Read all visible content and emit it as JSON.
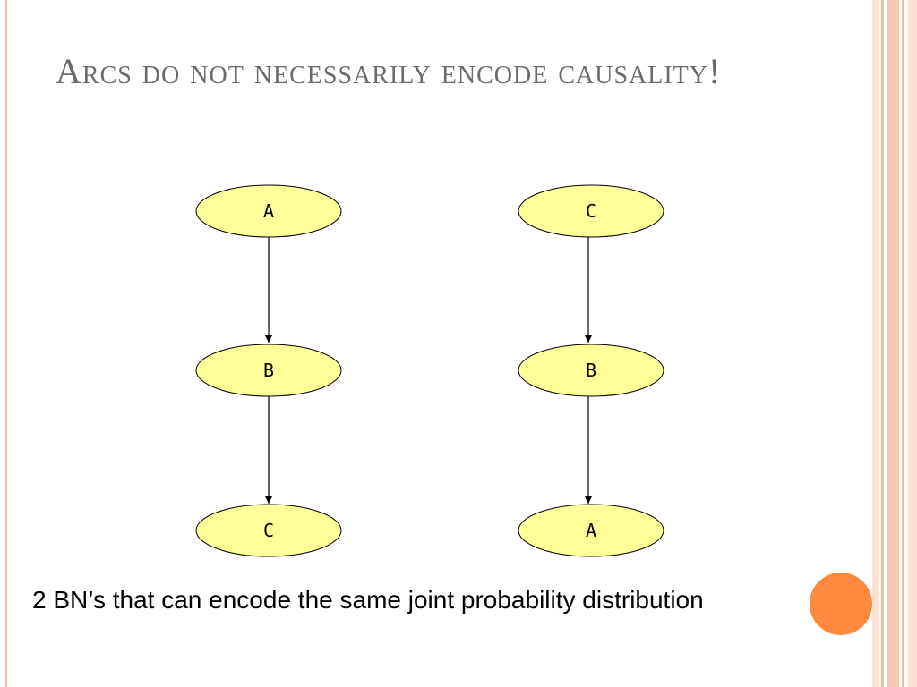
{
  "slide": {
    "title": "Arcs do not necessarily encode causality!",
    "caption": "2 BN’s that can encode the same joint probability distribution"
  },
  "diagram": {
    "left_network": {
      "nodes": [
        "A",
        "B",
        "C"
      ],
      "edges": [
        [
          "A",
          "B"
        ],
        [
          "B",
          "C"
        ]
      ]
    },
    "right_network": {
      "nodes": [
        "C",
        "B",
        "A"
      ],
      "edges": [
        [
          "C",
          "B"
        ],
        [
          "B",
          "A"
        ]
      ]
    }
  },
  "colors": {
    "node_fill": "#ffff99",
    "frame": "#f4b9a2",
    "accent_dot": "#ff8a3d",
    "title": "#6b6b6b"
  }
}
